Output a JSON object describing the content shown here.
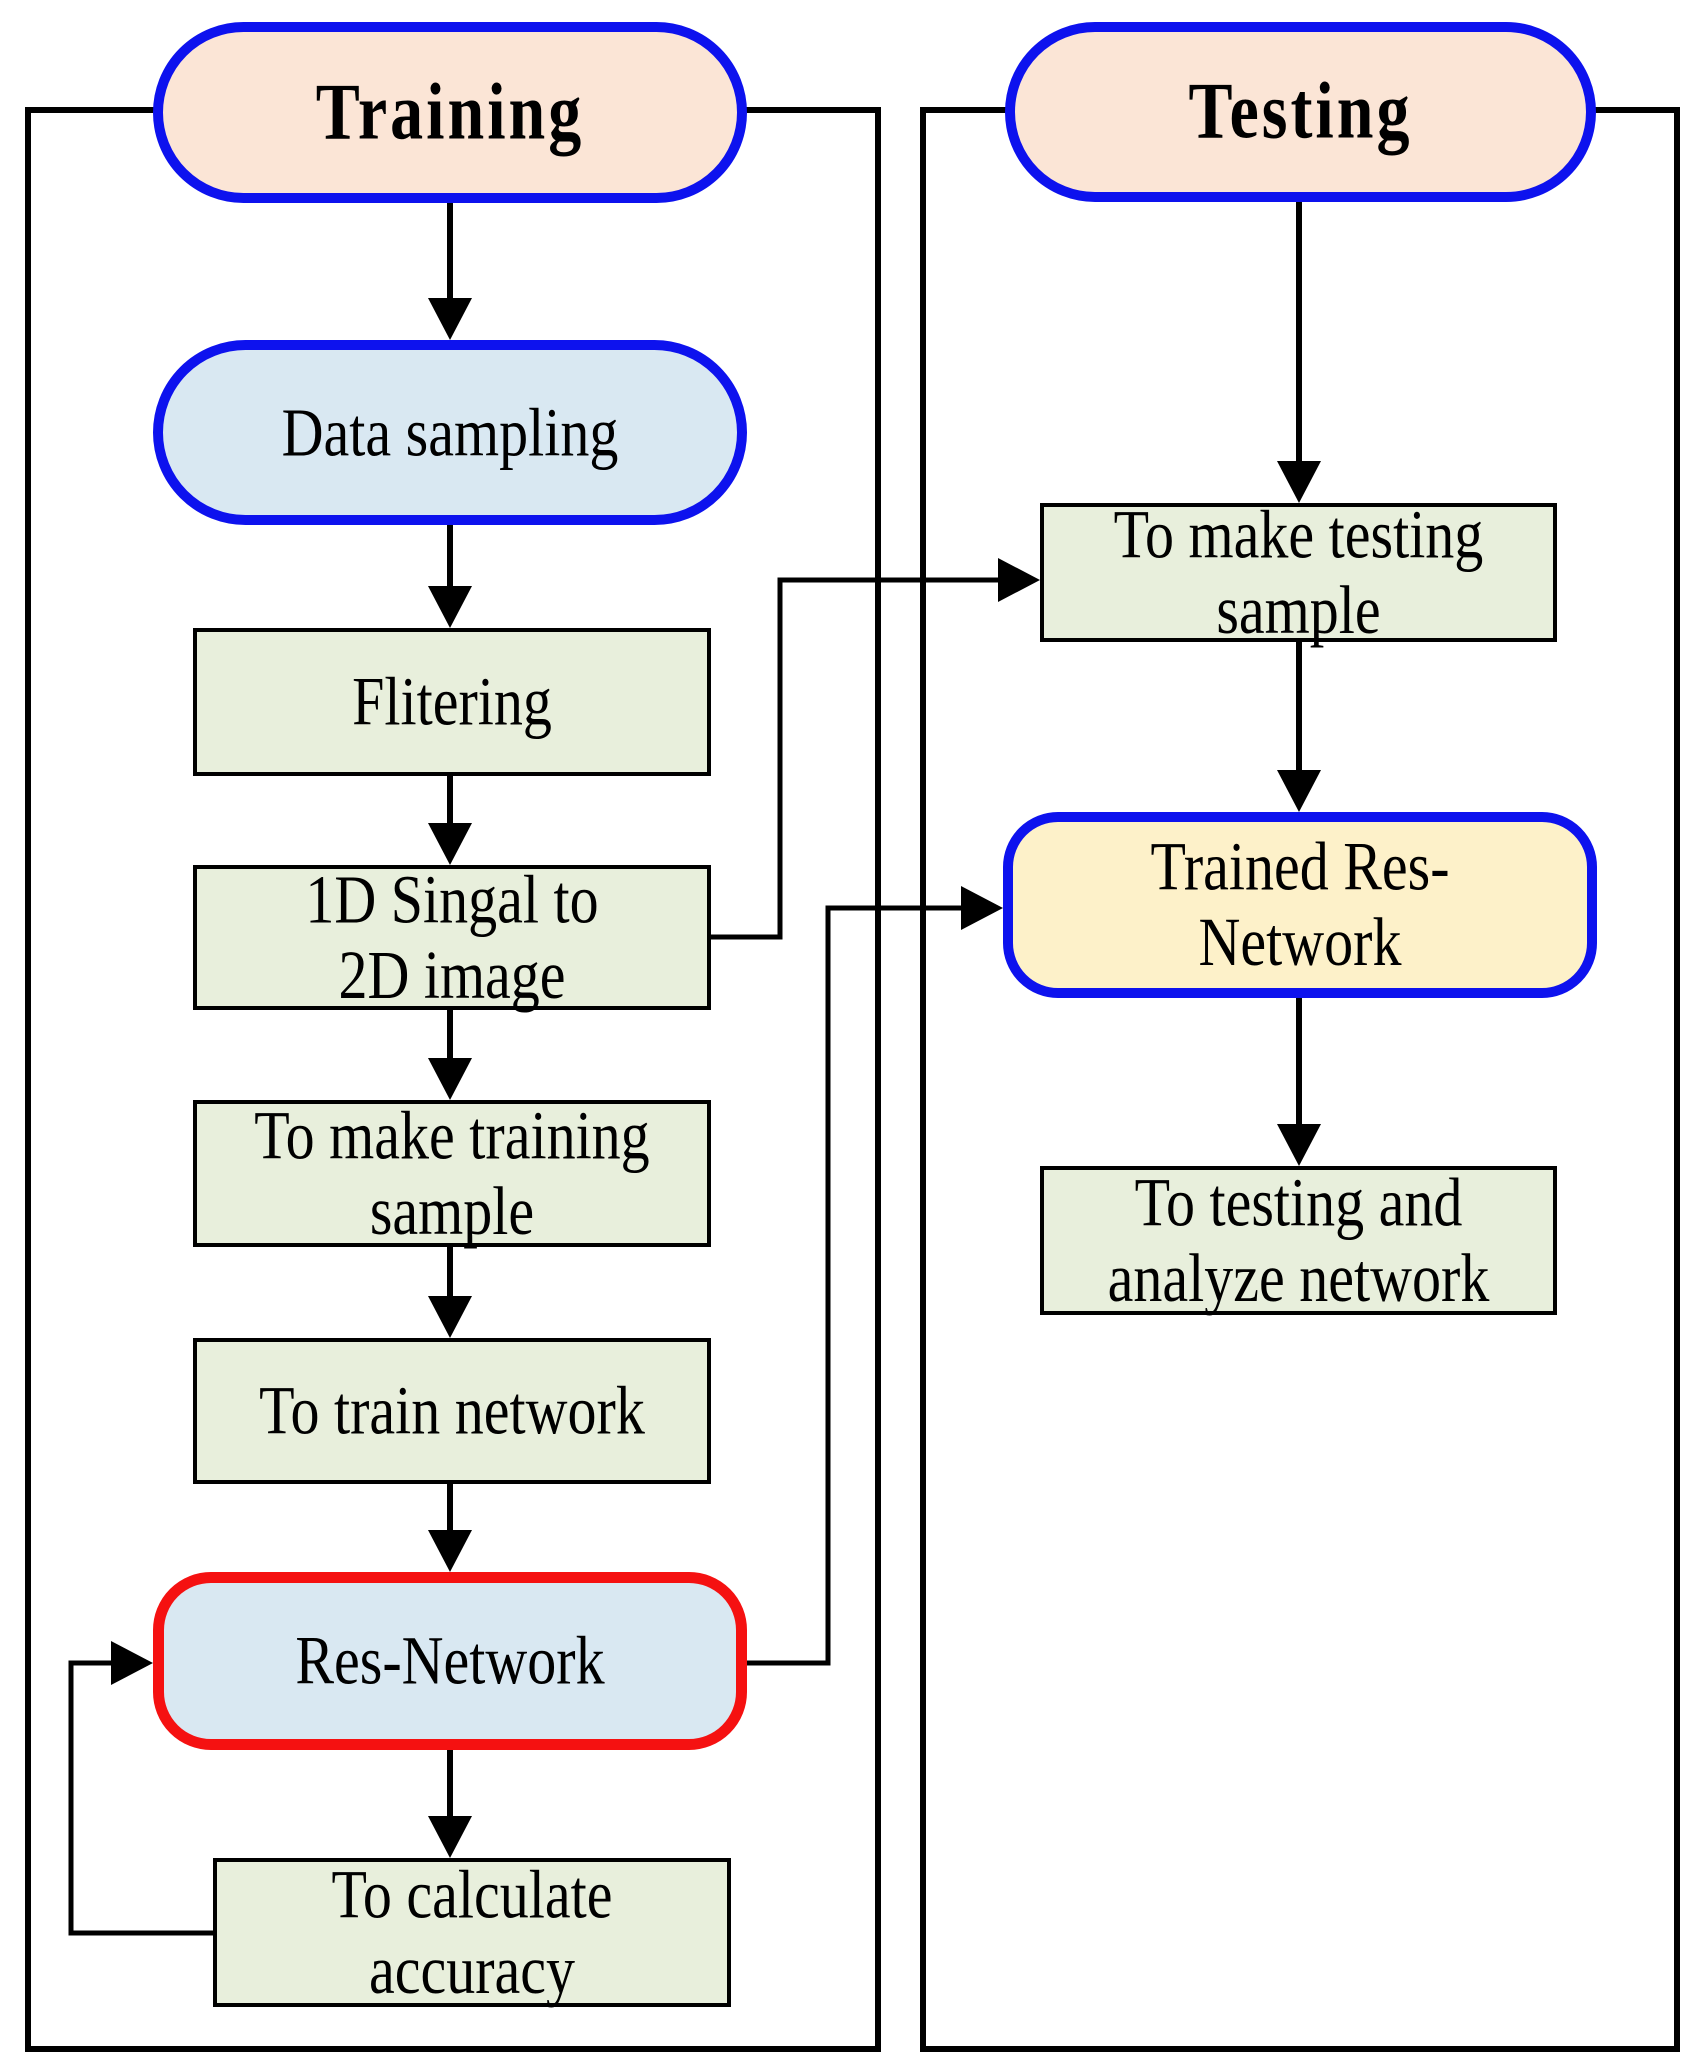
{
  "figure": {
    "training": {
      "header": "Training",
      "data_sampling": "Data sampling",
      "filtering": "Flitering",
      "signal_line1": "1D Singal to",
      "signal_line2": "2D image",
      "make_sample_line1": "To make training",
      "make_sample_line2": "sample",
      "train_network": "To train network",
      "res_network": "Res-Network",
      "accuracy_line1": "To calculate",
      "accuracy_line2": "accuracy"
    },
    "testing": {
      "header": "Testing",
      "make_sample_line1": "To make testing",
      "make_sample_line2": "sample",
      "trained_line1": "Trained Res-",
      "trained_line2": "Network",
      "analyze_line1": "To testing and",
      "analyze_line2": "analyze network"
    },
    "colors": {
      "header_fill": "#fbe5d6",
      "sampling_fill": "#d9e8f2",
      "process_fill": "#e8efdc",
      "trained_fill": "#fdf1c9",
      "blue_border": "#0d12ee",
      "red_border": "#f51111",
      "line_color": "#000000"
    }
  }
}
